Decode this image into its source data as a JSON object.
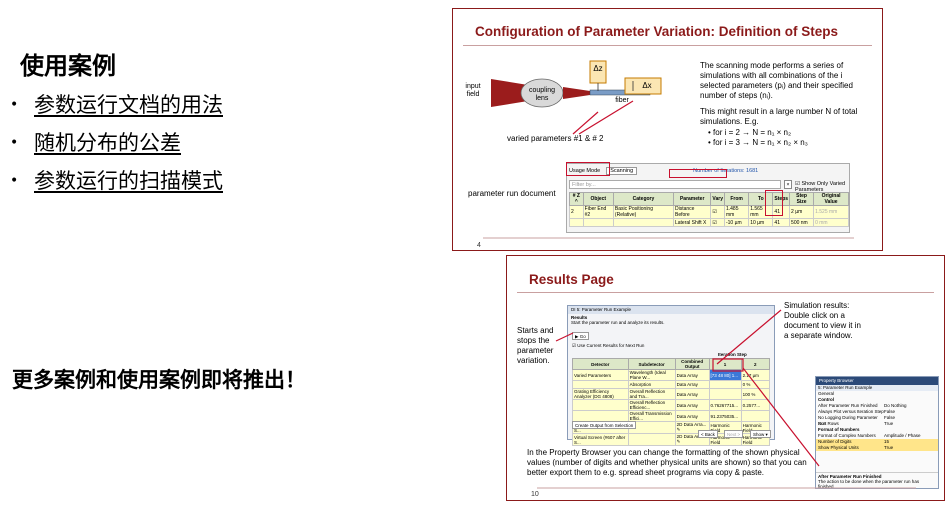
{
  "left": {
    "title": "使用案例",
    "bullets": [
      "参数运行文档的用法",
      "随机分布的公差",
      "参数运行的扫描模式"
    ],
    "more_cases": "更多案例和使用案例即将推出！"
  },
  "slide1": {
    "title": "Configuration of Parameter Variation: Definition of Steps",
    "desc_p1": "The scanning mode performs a series of simulations with all combinations of the i selected parameters (pᵢ) and their specified number of steps (nᵢ).",
    "desc_p2": "This might result in a large number N of total simulations. E.g.",
    "desc_items": [
      "for i = 2 → N = n₁ × n₂",
      "for i = 3 → N = n₁ × n₂ × n₃"
    ],
    "input_field": "input\nfield",
    "coupling_lens": "coupling\nlens",
    "fiber": "fiber",
    "delta_z": "Δz",
    "delta_x": "Δx",
    "varied_params": "varied parameters #1 & # 2",
    "param_run_doc": "parameter run document",
    "dialog": {
      "usage_mode_label": "Usage Mode",
      "usage_mode_value": "Scanning",
      "iterations": "Number of Iterations: 1681",
      "filter_placeholder": "Filter by...",
      "show_varied": "Show Only Varied Parameters",
      "columns": [
        "# Z ^",
        "Object",
        "Category",
        "Parameter",
        "Vary",
        "From",
        "To",
        "Steps",
        "Step Size",
        "Original Value"
      ],
      "rows": [
        [
          "2",
          "Fiber End #2",
          "Basic Positioning (Relative)",
          "Distance Before",
          "☑",
          "1.485 mm",
          "1.565 mm",
          "41",
          "2 µm",
          "1.525 mm"
        ],
        [
          "",
          "",
          "",
          "Lateral Shift X",
          "☑",
          "-10 µm",
          "10 µm",
          "41",
          "500 nm",
          "0 mm"
        ]
      ]
    },
    "page_num": "4"
  },
  "slide2": {
    "title": "Results Page",
    "starts_stops": "Starts and\nstops the\nparameter\nvariation.",
    "sim_results": "Simulation results:\nDouble click on a\ndocument to view it in\na separate window.",
    "bottom_text": "In the Property Browser you can change the formatting of the shown physical values (number of digits and whether physical units are shown) so that you can better export them to e.g. spread sheet programs via copy & paste.",
    "page_num": "10",
    "dialog": {
      "title": "DI 5: Parameter Run Example",
      "results": "Results",
      "subtitle": "Start the parameter run and analyze its results.",
      "go": "▶ Go",
      "use_current": "Use Current Results for Next Run",
      "iteration_step": "Iteration Step",
      "columns": [
        "Detector",
        "Subdetector",
        "Combined Output",
        "1",
        "2",
        ""
      ],
      "rows": [
        [
          "Varied Parameters",
          "Wavelength (Ideal Plane W...",
          "Data Array",
          "[73 48 80] 1...",
          "2.17 µm",
          ""
        ],
        [
          "",
          "Absorption",
          "Data Array",
          "",
          "0 %",
          ""
        ],
        [
          "Grating Efficiency Analyzer (DG 4808)",
          "Overall Reflection and Tra...",
          "Data Array",
          "",
          "100 %",
          ""
        ],
        [
          "",
          "Overall Reflection Efficienc...",
          "Data Array",
          "0.76267715...",
          "0.2577...",
          ""
        ],
        [
          "",
          "Overall Transmission Effici...",
          "Data Array",
          "91.2375035...",
          "",
          ""
        ],
        [
          "Virtual Screen (#600 after S...",
          "",
          "2D Data Arra... ✎",
          "Harmonic Field",
          "Harmonic Field",
          ""
        ],
        [
          "Virtual Screen (#607 after S...",
          "",
          "2D Data Arra... ✎",
          "Harmonic Field",
          "Harmonic Field",
          ""
        ]
      ],
      "create_output": "Create Output from Selection",
      "back": "< Back",
      "next": "Next >",
      "show": "Show ▾"
    },
    "prop": {
      "title": "Property Browser",
      "doc": "5: Parameter Run Example",
      "tab": "General",
      "control": "Control",
      "rows": [
        [
          "After Parameter Run Finished",
          "Do Nothing"
        ],
        [
          "Always Plot versus Iteration Step",
          "False"
        ],
        [
          "No Logging During Parameter Run",
          "False"
        ],
        [
          "Sort Rows",
          "True"
        ]
      ],
      "format": "Format of Numbers",
      "frows": [
        [
          "Format of Complex Numbers",
          "Amplitude / Phase"
        ],
        [
          "Number of Digits",
          "15"
        ],
        [
          "Show Physical Units",
          "True"
        ]
      ],
      "desc_title": "After Parameter Run Finished",
      "desc": "The action to be done when the parameter run has finished."
    }
  }
}
